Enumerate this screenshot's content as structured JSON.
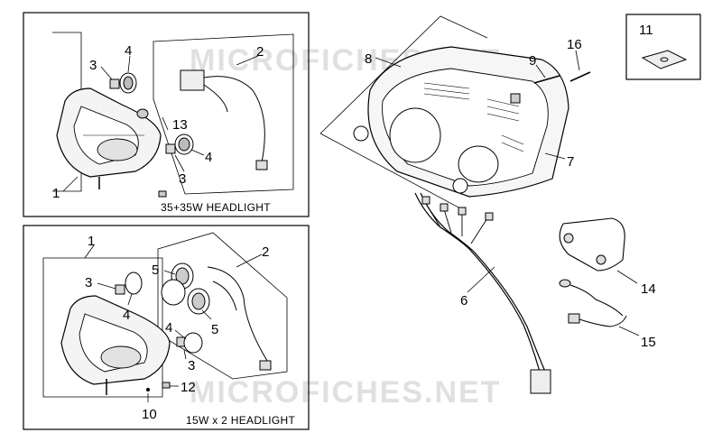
{
  "watermark": "MICROFICHES.NET",
  "panels": {
    "top": {
      "caption": "35+35W  HEADLIGHT"
    },
    "bottom": {
      "caption": "15W x 2  HEADLIGHT"
    }
  },
  "callouts": {
    "top_panel": [
      "2",
      "3",
      "4",
      "13",
      "4",
      "3",
      "1"
    ],
    "bottom_panel": [
      "1",
      "2",
      "3",
      "4",
      "5",
      "5",
      "4",
      "3",
      "12",
      "10"
    ],
    "main": [
      "8",
      "9",
      "16",
      "7",
      "6",
      "14",
      "15"
    ],
    "inset": [
      "11"
    ]
  }
}
